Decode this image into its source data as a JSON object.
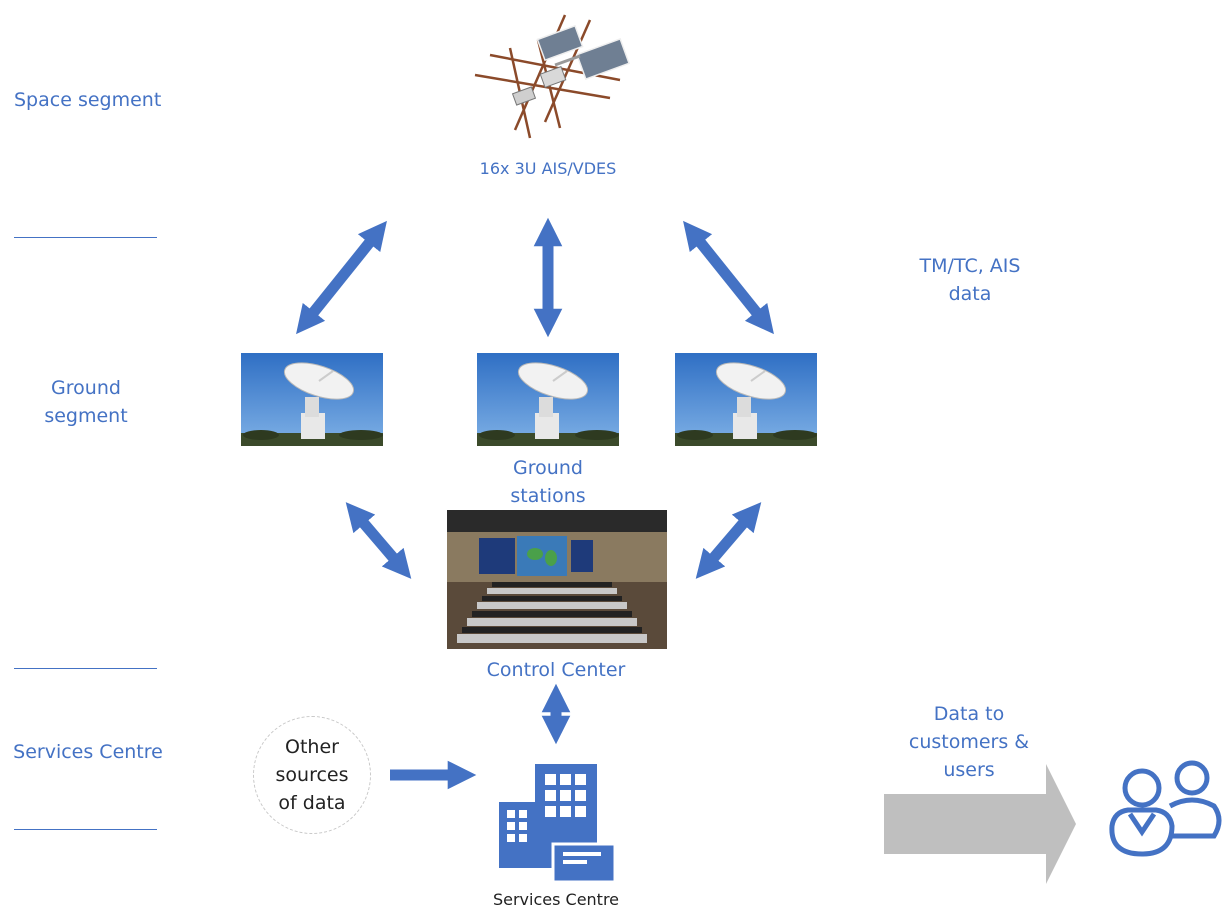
{
  "labels": {
    "space_segment": "Space segment",
    "ground_segment": "Ground segment",
    "services_centre_side": "Services Centre",
    "satellite": "16x 3U AIS/VDES",
    "tmtc": "TM/TC, AIS data",
    "ground_stations": "Ground stations",
    "control_center": "Control Center",
    "other_sources": "Other sources of data",
    "services_centre": "Services Centre",
    "data_to_customers": "Data to customers & users"
  },
  "colors": {
    "accent": "#4472c4",
    "gray_arrow": "#bfbfbf",
    "text_dark": "#222222"
  },
  "icons": [
    "satellite-icon",
    "antenna-icon",
    "control-room-icon",
    "building-icon",
    "users-icon"
  ]
}
